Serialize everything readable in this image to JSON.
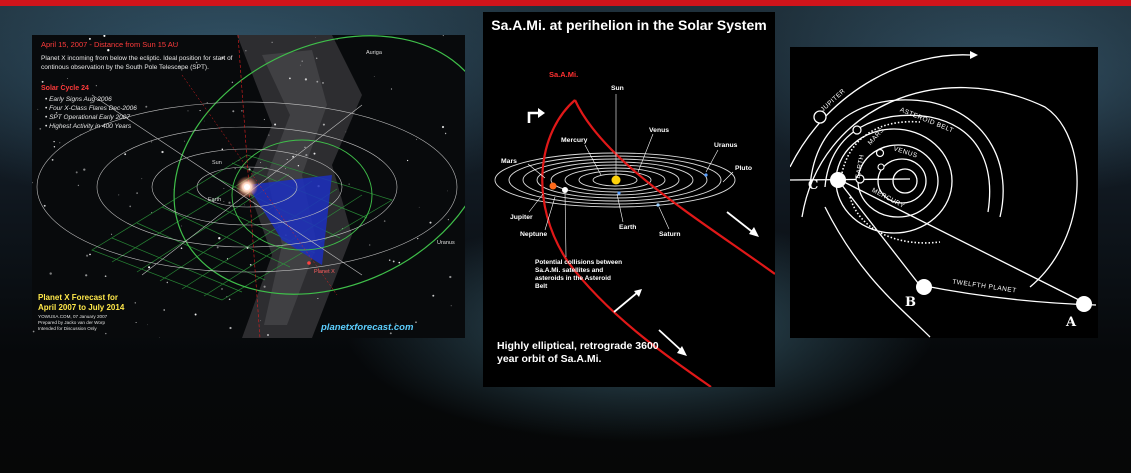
{
  "colors": {
    "accent_red": "#d0141b",
    "orbit_red": "#e01818",
    "forecast_yellow": "#ffe84a",
    "site_blue": "#5ccfff"
  },
  "panel1": {
    "date_line": "April 15, 2007 - Distance from Sun 15 AU",
    "auriga": "Auriga",
    "note": "Planet X incoming from below the ecliptic. Ideal position for start of continous observation by the South Pole Telescope (SPT).",
    "cycle_title": "Solar Cycle 24",
    "cycle_items": [
      "Early Signs Aug-2006",
      "Four X-Class Flares Dec-2006",
      "SPT Operational Early 2007",
      "Highest Activity in 400 Years"
    ],
    "forecast_line1": "Planet X Forecast for",
    "forecast_line2": "April 2007 to July 2014",
    "credit1": "YOWUSA.COM, 07 January 2007",
    "credit2": "Prepared by Jacko van der Worp",
    "credit3": "Intended for Discussion Only",
    "site": "planetxforecast.com",
    "small_labels": [
      "Sun",
      "Uranus",
      "Planet X",
      "Earth"
    ]
  },
  "panel2": {
    "title": "Sa.A.Mi. at perihelion in the Solar System",
    "saami": "Sa.A.Mi.",
    "sun": "Sun",
    "venus": "Venus",
    "mercury": "Mercury",
    "uranus": "Uranus",
    "mars": "Mars",
    "pluto": "Pluto",
    "jupiter": "Jupiter",
    "neptune": "Neptune",
    "earth": "Earth",
    "saturn": "Saturn",
    "collisions": "Potential collisions between Sa.A.Mi. satellites and asteroids in the Asteroid Belt",
    "orbit_note": "Highly elliptical, retrograde 3600 year orbit of Sa.A.Mi."
  },
  "panel3": {
    "jupiter": "JUPITER",
    "asteroid_belt": "ASTEROID BELT",
    "mars": "MARS",
    "venus": "VENUS",
    "earth": "EARTH",
    "mercury": "MERCURY",
    "twelfth_planet": "TWELFTH PLANET",
    "point_a": "A",
    "point_b": "B",
    "point_c": "C"
  }
}
